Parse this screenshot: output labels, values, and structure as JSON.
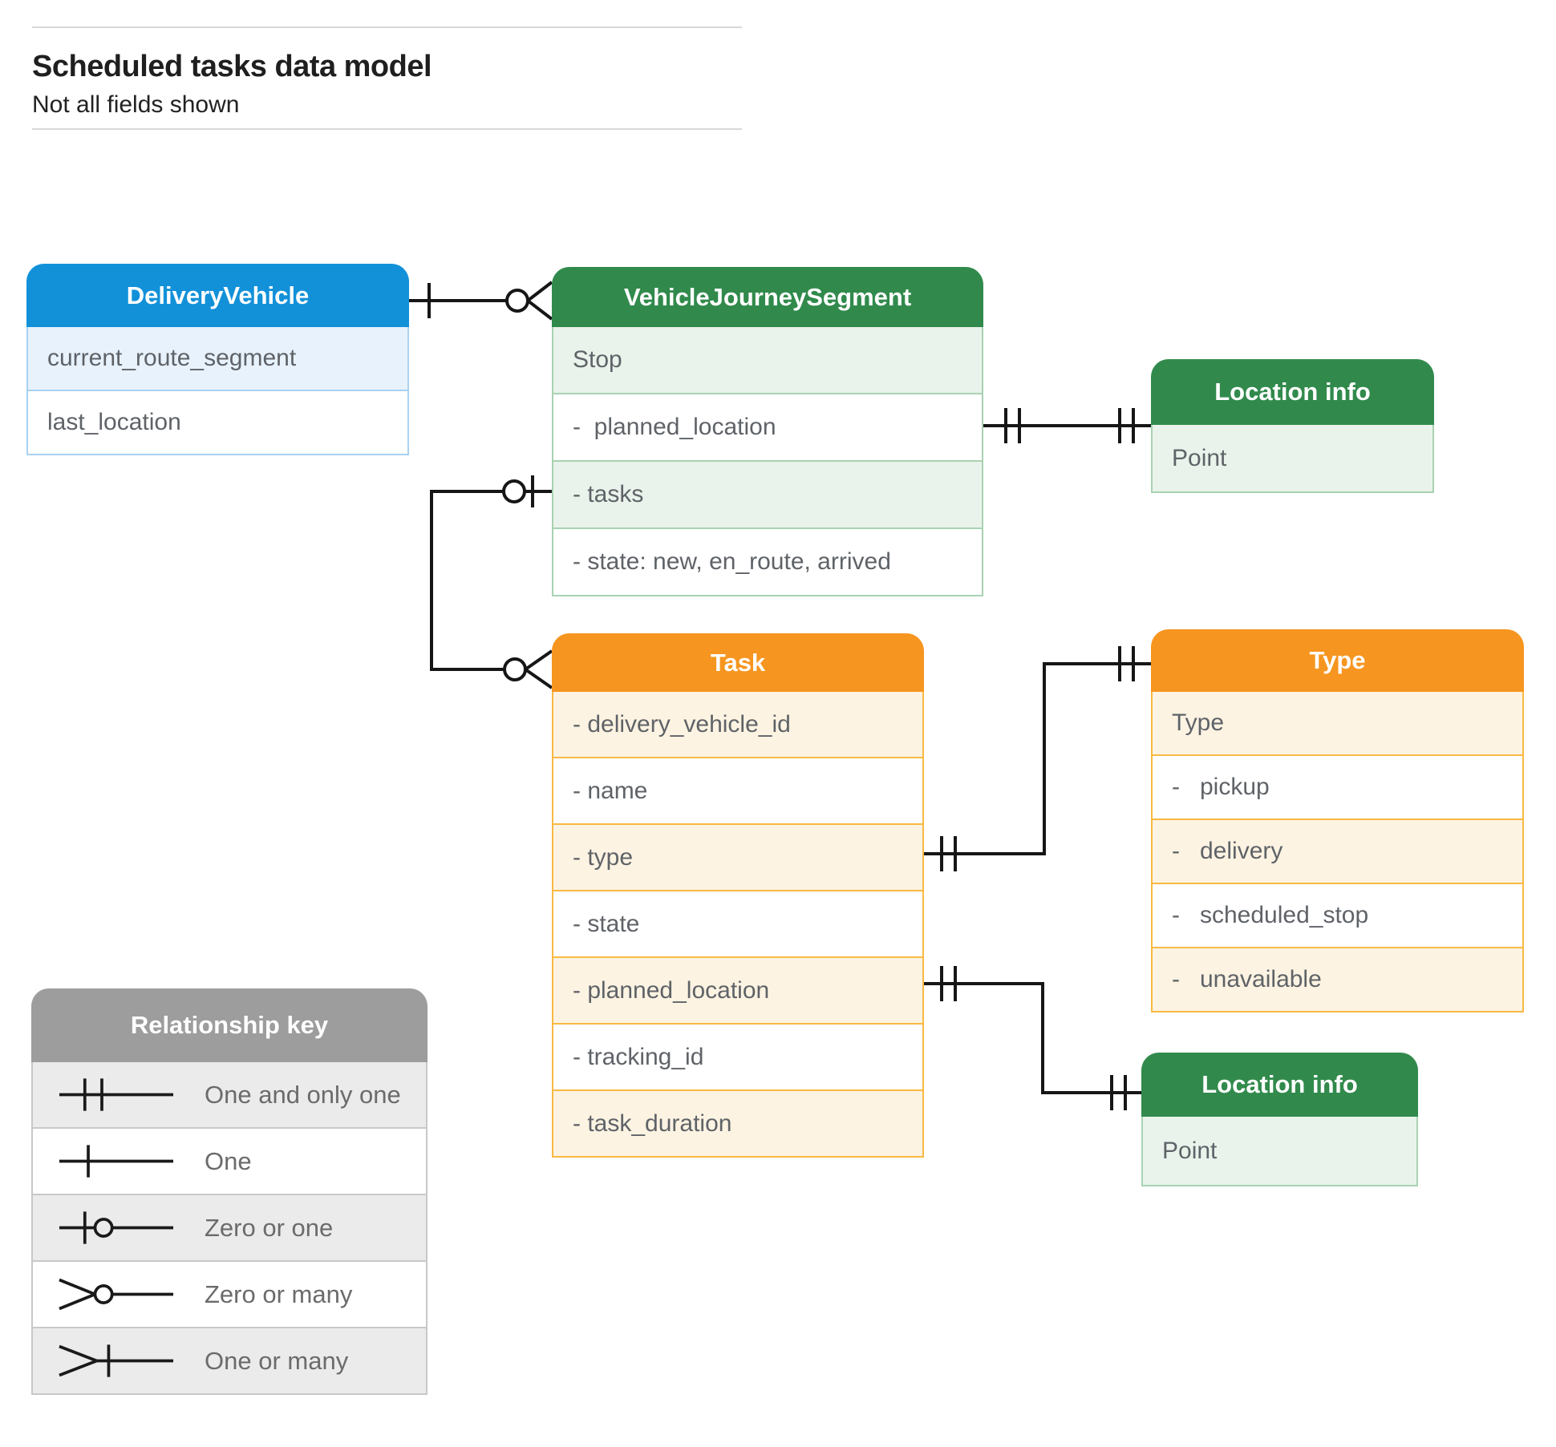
{
  "header": {
    "title": "Scheduled tasks data model",
    "subtitle": "Not all fields shown"
  },
  "entities": {
    "delivery_vehicle": {
      "title": "DeliveryVehicle",
      "rows": [
        "current_route_segment",
        "last_location"
      ]
    },
    "vehicle_journey_segment": {
      "title": "VehicleJourneySegment",
      "rows": [
        "Stop",
        "-  planned_location",
        "- tasks",
        "- state: new, en_route, arrived"
      ]
    },
    "location_info_top": {
      "title": "Location info",
      "rows": [
        "Point"
      ]
    },
    "task": {
      "title": "Task",
      "rows": [
        "- delivery_vehicle_id",
        "- name",
        "- type",
        "- state",
        "- planned_location",
        "- tracking_id",
        "- task_duration"
      ]
    },
    "type": {
      "title": "Type",
      "rows": [
        "Type",
        "-   pickup",
        "-   delivery",
        "-   scheduled_stop",
        "-   unavailable"
      ]
    },
    "location_info_bottom": {
      "title": "Location info",
      "rows": [
        "Point"
      ]
    }
  },
  "legend": {
    "title": "Relationship key",
    "items": [
      "One and only one",
      "One",
      "Zero or one",
      "Zero or many",
      "One or many"
    ]
  },
  "relationships": [
    "DeliveryVehicle one — zero-or-many VehicleJourneySegment",
    "VehicleJourneySegment.tasks zero-or-one — zero-or-many Task",
    "VehicleJourneySegment.planned_location one-and-only-one — one-and-only-one Location info",
    "Task.type one-and-only-one — one-and-only-one Type",
    "Task.planned_location one-and-only-one — one-and-only-one Location info"
  ],
  "palette": {
    "blue_header": "#1291d9",
    "blue_row": "#e8f2fc",
    "blue_border": "#a9d2f2",
    "green_header": "#318a4c",
    "green_row": "#e9f3eb",
    "green_border": "#a8d2b2",
    "orange_header": "#f6951f",
    "orange_row": "#fdf3e2",
    "orange_border": "#f9b943",
    "gray_header": "#9d9d9d",
    "gray_row": "#ebebeb",
    "row_text": "#5f6368",
    "line": "#161616"
  }
}
